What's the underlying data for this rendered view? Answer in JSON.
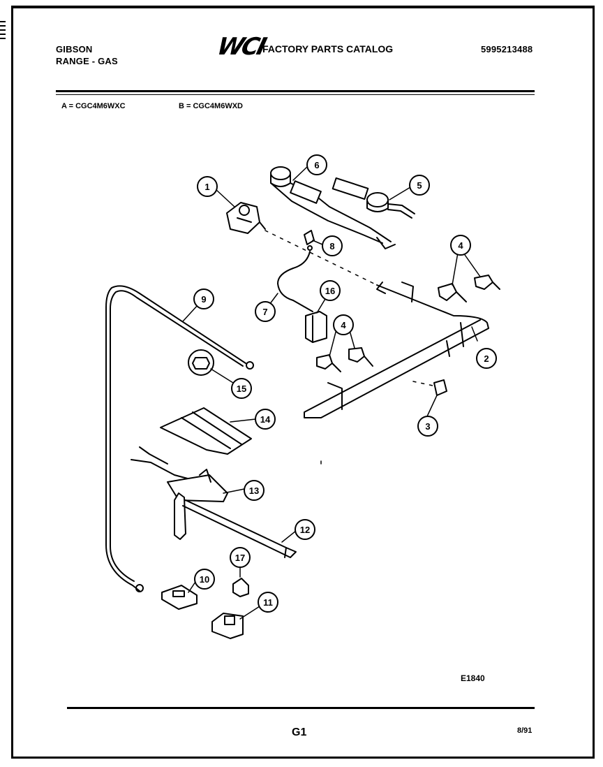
{
  "header": {
    "brand": "GIBSON",
    "product": "RANGE - GAS",
    "logo": "WCI",
    "catalog_title": "FACTORY PARTS CATALOG",
    "catalog_number": "5995213488"
  },
  "models": {
    "a": "A = CGC4M6WXC",
    "b": "B = CGC4M6WXD"
  },
  "callouts": [
    "1",
    "2",
    "3",
    "4",
    "4",
    "5",
    "6",
    "7",
    "8",
    "9",
    "10",
    "11",
    "12",
    "13",
    "14",
    "15",
    "16",
    "17"
  ],
  "footer": {
    "figure_code": "E1840",
    "page": "G1",
    "date": "8/91"
  }
}
